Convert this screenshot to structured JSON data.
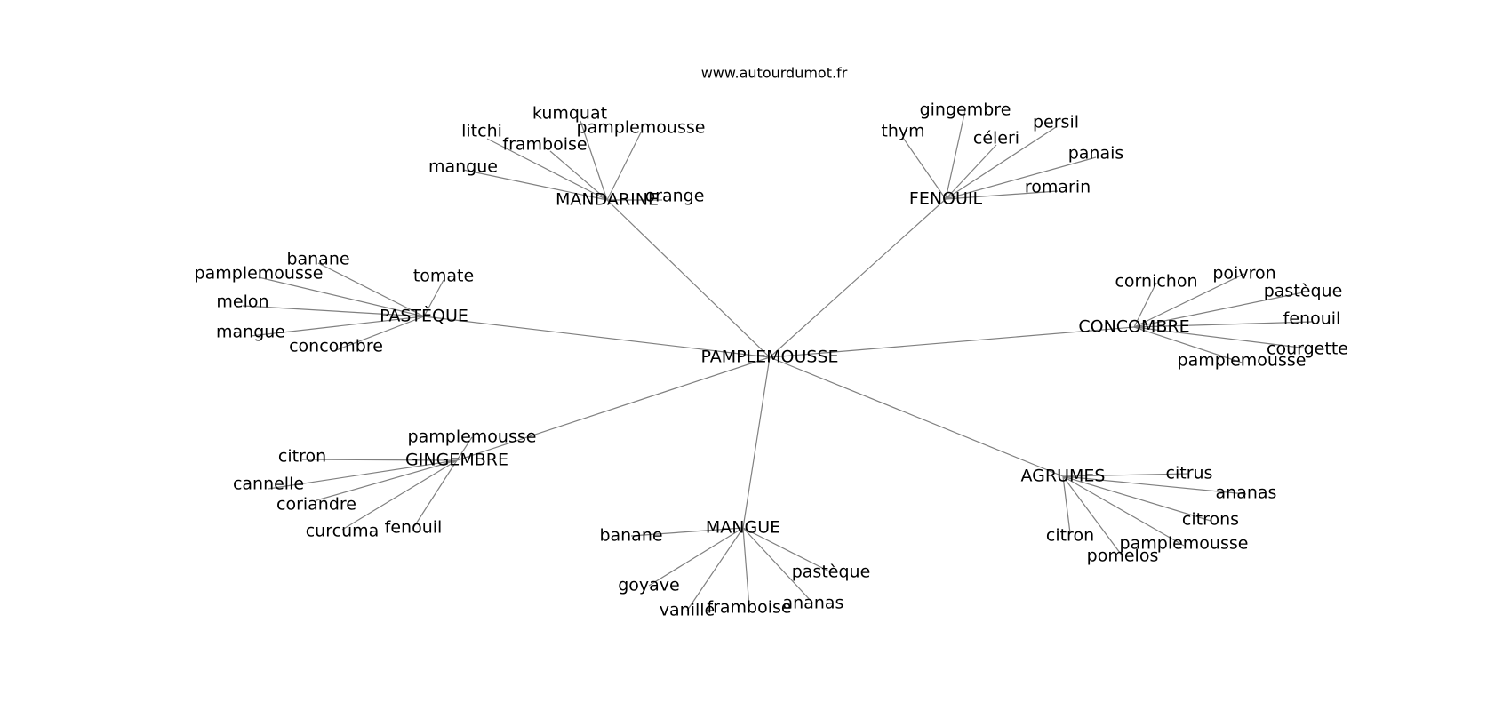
{
  "source": "www.autourdumot.fr",
  "root": "PAMPLEMOUSSE",
  "clusters": [
    {
      "label": "MANDARINE",
      "leaves": [
        "kumquat",
        "pamplemousse",
        "litchi",
        "framboise",
        "mangue",
        "orange"
      ]
    },
    {
      "label": "FENOUIL",
      "leaves": [
        "gingembre",
        "thym",
        "céleri",
        "persil",
        "panais",
        "romarin"
      ]
    },
    {
      "label": "PASTÈQUE",
      "leaves": [
        "banane",
        "tomate",
        "pamplemousse",
        "melon",
        "mangue",
        "concombre"
      ]
    },
    {
      "label": "CONCOMBRE",
      "leaves": [
        "cornichon",
        "poivron",
        "pastèque",
        "fenouil",
        "courgette",
        "pamplemousse"
      ]
    },
    {
      "label": "GINGEMBRE",
      "leaves": [
        "pamplemousse",
        "citron",
        "cannelle",
        "coriandre",
        "curcuma",
        "fenouil"
      ]
    },
    {
      "label": "MANGUE",
      "leaves": [
        "banane",
        "goyave",
        "vanille",
        "framboise",
        "ananas",
        "pastèque"
      ]
    },
    {
      "label": "AGRUMES",
      "leaves": [
        "citrus",
        "ananas",
        "citrons",
        "pamplemousse",
        "pomelos",
        "citron"
      ]
    }
  ]
}
